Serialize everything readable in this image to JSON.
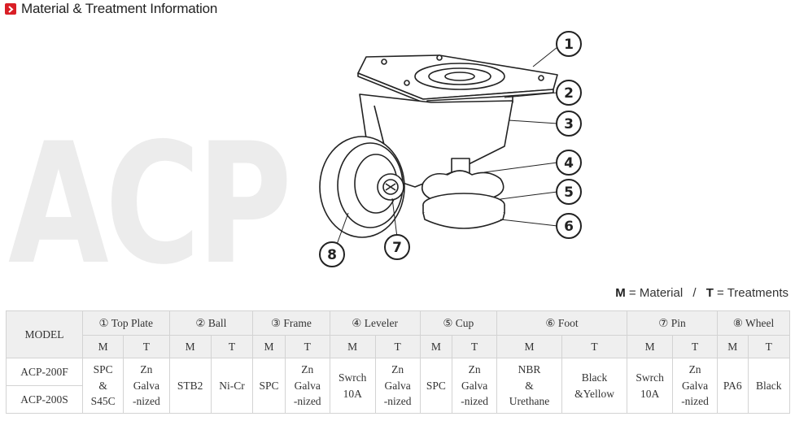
{
  "header": {
    "title": "Material & Treatment Information"
  },
  "background_model": "ACP",
  "illustration": {
    "callouts": [
      "1",
      "2",
      "3",
      "4",
      "5",
      "6",
      "7",
      "8"
    ]
  },
  "legend": {
    "m_key": "M",
    "m_text": "= Material",
    "separator": "/",
    "t_key": "T",
    "t_text": "= Treatments"
  },
  "table": {
    "model_header": "MODEL",
    "parts": [
      "① Top Plate",
      "② Ball",
      "③ Frame",
      "④ Leveler",
      "⑤ Cup",
      "⑥ Foot",
      "⑦ Pin",
      "⑧ Wheel"
    ],
    "m": "M",
    "t": "T",
    "models": [
      "ACP-200F",
      "ACP-200S"
    ],
    "values": {
      "top_plate_m": [
        "SPC",
        "&",
        "S45C"
      ],
      "top_plate_t": [
        "Zn",
        "Galva",
        "-nized"
      ],
      "ball_m": "STB2",
      "ball_t": "Ni-Cr",
      "frame_m": "SPC",
      "frame_t": [
        "Zn",
        "Galva",
        "-nized"
      ],
      "leveler_m": [
        "Swrch",
        "10A"
      ],
      "leveler_t": [
        "Zn",
        "Galva",
        "-nized"
      ],
      "cup_m": "SPC",
      "cup_t": [
        "Zn",
        "Galva",
        "-nized"
      ],
      "foot_m": [
        "NBR",
        "&",
        "Urethane"
      ],
      "foot_t": [
        "Black",
        "&Yellow"
      ],
      "pin_m": [
        "Swrch",
        "10A"
      ],
      "pin_t": [
        "Zn",
        "Galva",
        "-nized"
      ],
      "wheel_m": "PA6",
      "wheel_t": "Black"
    }
  },
  "colors": {
    "accent": "#d91f26",
    "header_bg": "#efefef",
    "border": "#d3d3d3",
    "background_text": "#ececec"
  }
}
